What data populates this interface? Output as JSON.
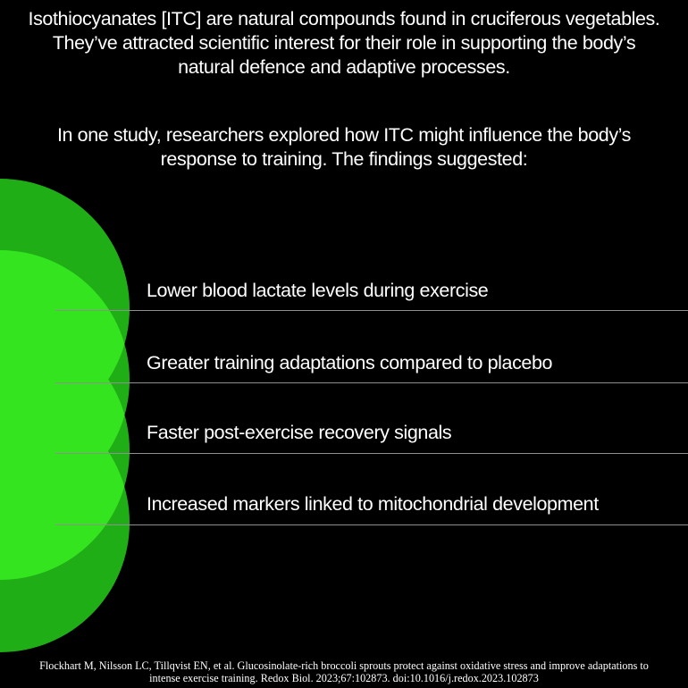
{
  "intro": {
    "paragraph_1": "Isothiocyanates [ITC] are natural compounds found in cruciferous vegetables. They’ve attracted scientific interest for their role in supporting the body’s natural defence and adaptive processes.",
    "paragraph_2": "In one study, researchers explored how ITC might influence the body’s response to training. The findings suggested:"
  },
  "findings": [
    "Lower blood lactate levels during exercise",
    "Greater training adaptations compared to placebo",
    "Faster post-exercise recovery signals",
    "Increased markers linked to mitochondrial development"
  ],
  "citation": "Flockhart M, Nilsson LC, Tillqvist EN, et al. Glucosinolate-rich broccoli sprouts protect against oxidative stress and improve adaptations to intense exercise training. Redox Biol. 2023;67:102873. doi:10.1016/j.redox.2023.102873",
  "colors": {
    "background": "#000000",
    "circle_green": "#1fae16",
    "overlap_green": "#34e41f",
    "text": "#ffffff",
    "divider": "#8f8f8f"
  }
}
